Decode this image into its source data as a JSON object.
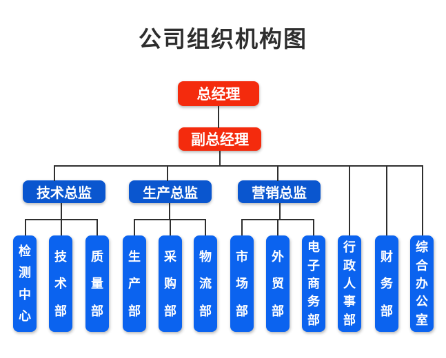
{
  "title": "公司组织机构图",
  "org": {
    "root": "总经理",
    "deputy": "副总经理",
    "directors": [
      {
        "label": "技术总监",
        "departments": [
          "检测中心",
          "技术部",
          "质量部"
        ]
      },
      {
        "label": "生产总监",
        "departments": [
          "生产部",
          "采购部",
          "物流部"
        ]
      },
      {
        "label": "营销总监",
        "departments": [
          "市场部",
          "外贸部",
          "电子商务部"
        ]
      }
    ],
    "direct_departments": [
      "行政人事部",
      "财务部",
      "综合办公室"
    ]
  },
  "colors": {
    "executive_red": "#f42b0d",
    "director_blue": "#0a56cf",
    "department_blue": "#0b63ef",
    "connector_line": "#2e2e2e",
    "title_text": "#2e2e2e",
    "node_text": "#ffffff",
    "background": "#ffffff"
  }
}
